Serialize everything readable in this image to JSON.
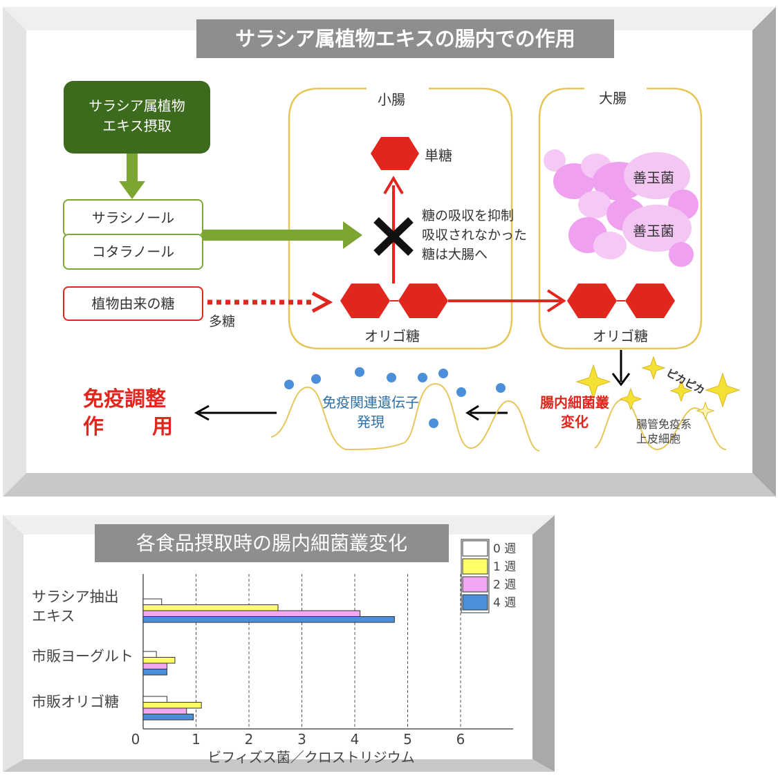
{
  "diagram": {
    "title": "サラシア属植物エキスの腸内での作用",
    "intake_box": {
      "line1": "サラシア属植物",
      "line2": "エキス摂取"
    },
    "compound_1": "サラシノール",
    "compound_2": "コタラノール",
    "plant_sugar": "植物由来の糖",
    "polysaccharide": "多糖",
    "small_intestine": "小腸",
    "large_intestine": "大腸",
    "monosaccharide": "単糖",
    "absorption_note": {
      "line1": "糖の吸収を抑制",
      "line2": "吸収されなかった",
      "line3": "糖は大腸へ"
    },
    "oligo_small": "オリゴ糖",
    "oligo_large": "オリゴ糖",
    "good_bacteria_1": "善玉菌",
    "good_bacteria_2": "善玉菌",
    "sparkle": "ピカピカ",
    "immune_effect": {
      "line1": "免疫調整",
      "line2a": "作",
      "line2b": "用"
    },
    "gene_expression": {
      "line1": "免疫関連遺伝子",
      "line2": "発現"
    },
    "flora_change": {
      "line1": "腸内細菌叢",
      "line2": "変化"
    },
    "epithelial": {
      "line1": "腸管免疫系",
      "line2": "上皮細胞"
    },
    "colors": {
      "dark_green": "#3d6b1e",
      "olive_green": "#7da532",
      "red": "#e0261d",
      "gold": "#e7c659",
      "pink": "#ee9aee",
      "blue": "#4b8fdb"
    }
  },
  "chart_title": "各食品摂取時の腸内細菌叢変化",
  "chart_data": {
    "type": "bar",
    "orientation": "horizontal",
    "categories": [
      [
        "サラシア抽出",
        "エキス"
      ],
      [
        "市販ヨーグルト"
      ],
      [
        "市販オリゴ糖"
      ]
    ],
    "series": [
      {
        "name": "0 週",
        "color": "#ffffff",
        "values": [
          0.35,
          0.25,
          0.45
        ]
      },
      {
        "name": "1 週",
        "color": "#ffff66",
        "values": [
          2.55,
          0.6,
          1.1
        ]
      },
      {
        "name": "2 週",
        "color": "#f2a7f2",
        "values": [
          4.1,
          0.45,
          0.82
        ]
      },
      {
        "name": "4 週",
        "color": "#4b8fdb",
        "values": [
          4.75,
          0.45,
          0.95
        ]
      }
    ],
    "xlabel": "ビフィズス菌／クロストリジウム",
    "xlim": [
      0,
      6.9
    ],
    "xticks": [
      "0",
      "1",
      "2",
      "3",
      "4",
      "5",
      "6"
    ],
    "legend": "top-right",
    "grid": "vertical-dashed"
  }
}
